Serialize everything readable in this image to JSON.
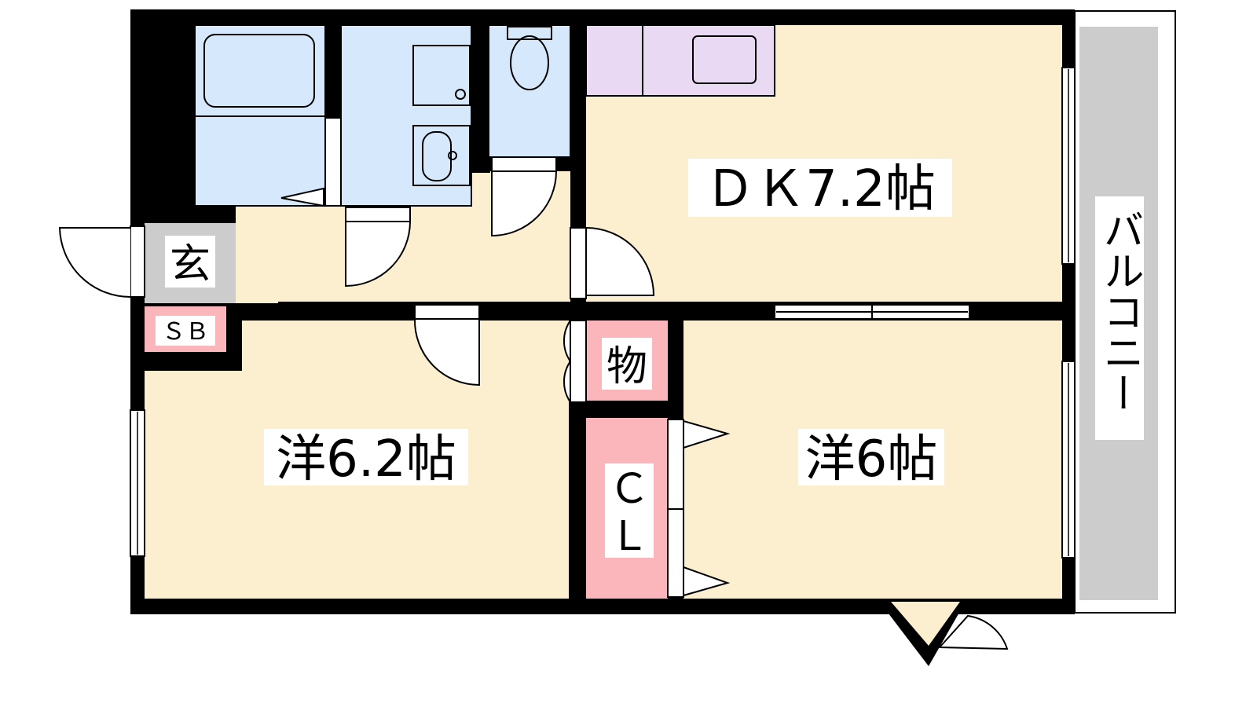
{
  "colors": {
    "room_fill": "#fcefcf",
    "bath_fill": "#d6e8fb",
    "kitchen_fill": "#ead9f3",
    "storage_fill": "#fab6bb",
    "entrance_fill": "#cccccc",
    "balcony_fill": "#cccccc",
    "wall": "#000000"
  },
  "rooms": {
    "dk": "ＤＫ7.2帖",
    "western_left": "洋6.2帖",
    "western_right": "洋6帖",
    "entrance": "玄",
    "shoe_box": "ＳＢ",
    "storage": "物",
    "closet_c": "Ｃ",
    "closet_l": "Ｌ",
    "balcony": "バルコニー"
  }
}
